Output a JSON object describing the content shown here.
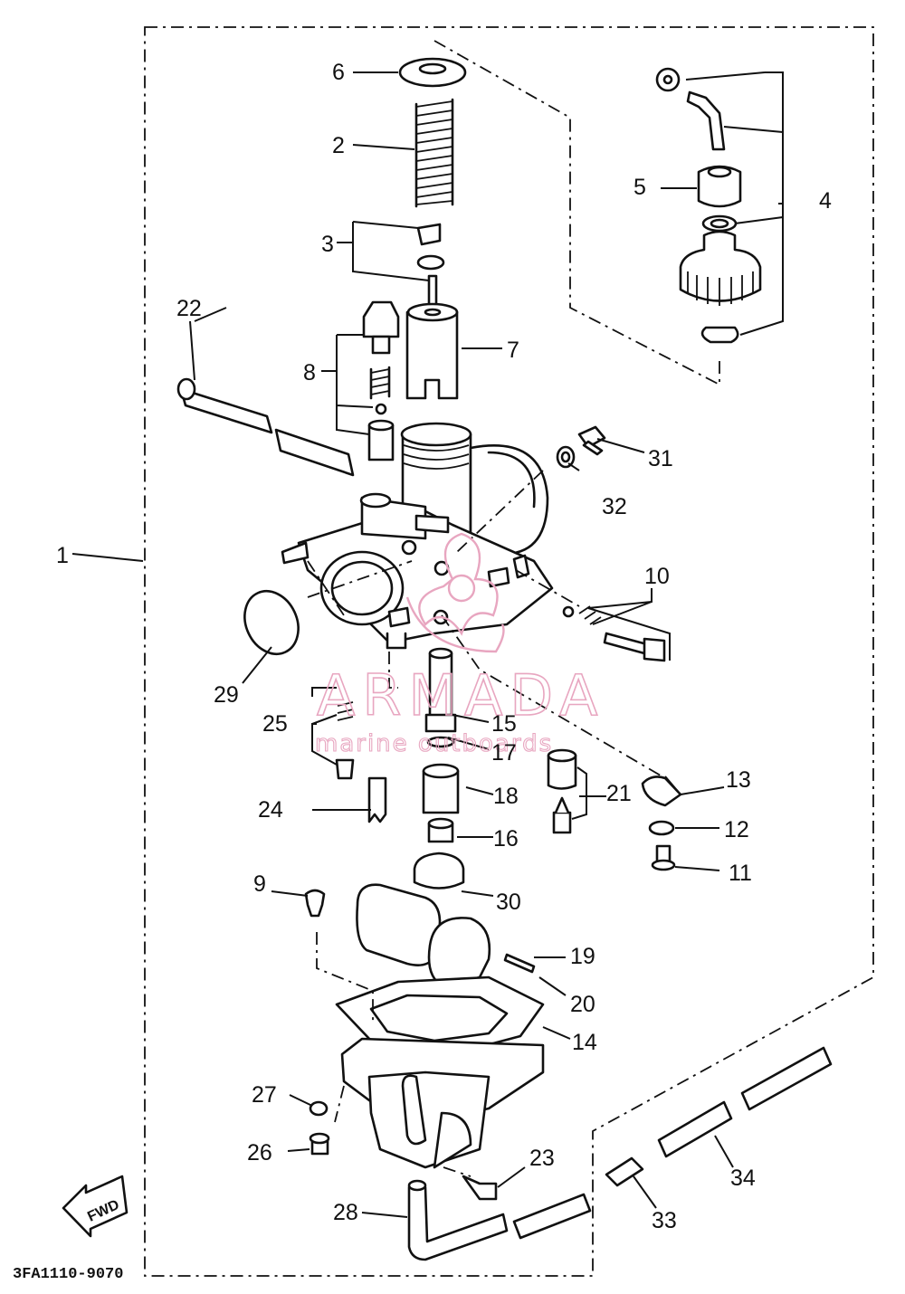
{
  "diagram": {
    "drawing_code": "3FA1110-9070",
    "direction_label": "FWD",
    "watermark": {
      "brand": "ARMADA",
      "tagline": "marine outboards"
    },
    "callouts": [
      "1",
      "2",
      "3",
      "4",
      "5",
      "6",
      "7",
      "8",
      "9",
      "10",
      "11",
      "12",
      "13",
      "14",
      "15",
      "16",
      "17",
      "18",
      "19",
      "20",
      "21",
      "22",
      "23",
      "24",
      "25",
      "26",
      "27",
      "28",
      "29",
      "30",
      "31",
      "32",
      "33",
      "34"
    ]
  },
  "colors": {
    "line": "#111111",
    "watermark": "#e8a6c0",
    "background": "#ffffff"
  }
}
